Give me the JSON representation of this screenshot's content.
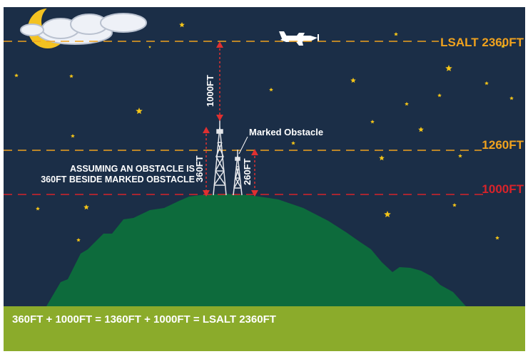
{
  "labels": {
    "lsalt": "LSALT 2360FT",
    "level_1260": "1260FT",
    "level_1000": "1000FT",
    "clearance": "1000FT",
    "assumed_height": "360FT",
    "marked_height": "260FT",
    "marked_obstacle": "Marked Obstacle",
    "assumption_line1": "ASSUMING AN OBSTACLE IS",
    "assumption_line2": "360FT BESIDE MARKED OBSTACLE"
  },
  "formula": "360FT + 1000FT = 1360FT + 1000FT = LSALT 2360FT",
  "colors": {
    "sky": "#1b2e47",
    "hill": "#0d6b3c",
    "ground": "#8bab2b",
    "orange": "#f0a21e",
    "red": "#d8232a",
    "arrow_red": "#e03030",
    "star": "#f5c518",
    "white": "#ffffff"
  },
  "icons": [
    "moon-icon",
    "cloud-icon",
    "airplane-icon",
    "star-icon",
    "transmission-tower-icon"
  ]
}
